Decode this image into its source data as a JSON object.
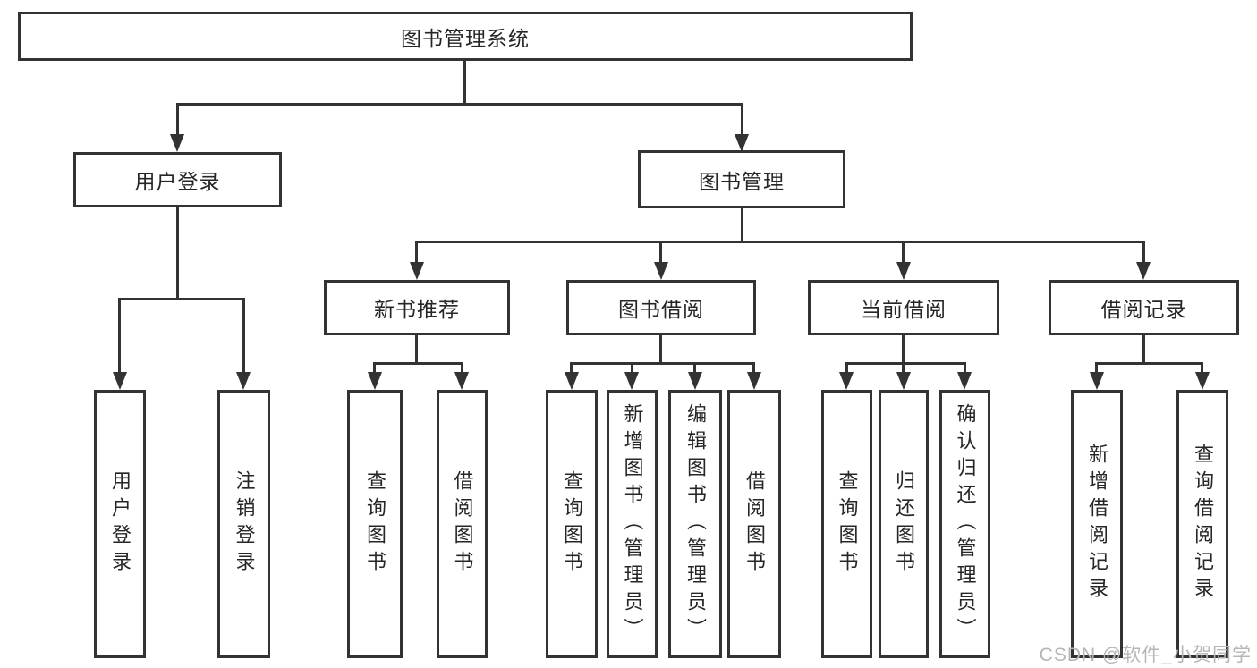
{
  "root": {
    "label": "图书管理系统"
  },
  "level2": [
    {
      "label": "用户登录"
    },
    {
      "label": "图书管理"
    }
  ],
  "level3": [
    {
      "label": "新书推荐"
    },
    {
      "label": "图书借阅"
    },
    {
      "label": "当前借阅"
    },
    {
      "label": "借阅记录"
    }
  ],
  "leaves": [
    {
      "label": "用户登录"
    },
    {
      "label": "注销登录"
    },
    {
      "label": "查询图书"
    },
    {
      "label": "借阅图书"
    },
    {
      "label": "查询图书"
    },
    {
      "label": "新增图书（管理员）"
    },
    {
      "label": "编辑图书（管理员）"
    },
    {
      "label": "借阅图书"
    },
    {
      "label": "查询图书"
    },
    {
      "label": "归还图书"
    },
    {
      "label": "确认归还（管理员）"
    },
    {
      "label": "新增借阅记录"
    },
    {
      "label": "查询借阅记录"
    }
  ],
  "watermark": "CSDN @软件_小贺同学",
  "colors": {
    "line": "#333333",
    "text": "#262626",
    "background": "#ffffff",
    "watermark": "#b6b6b6"
  }
}
